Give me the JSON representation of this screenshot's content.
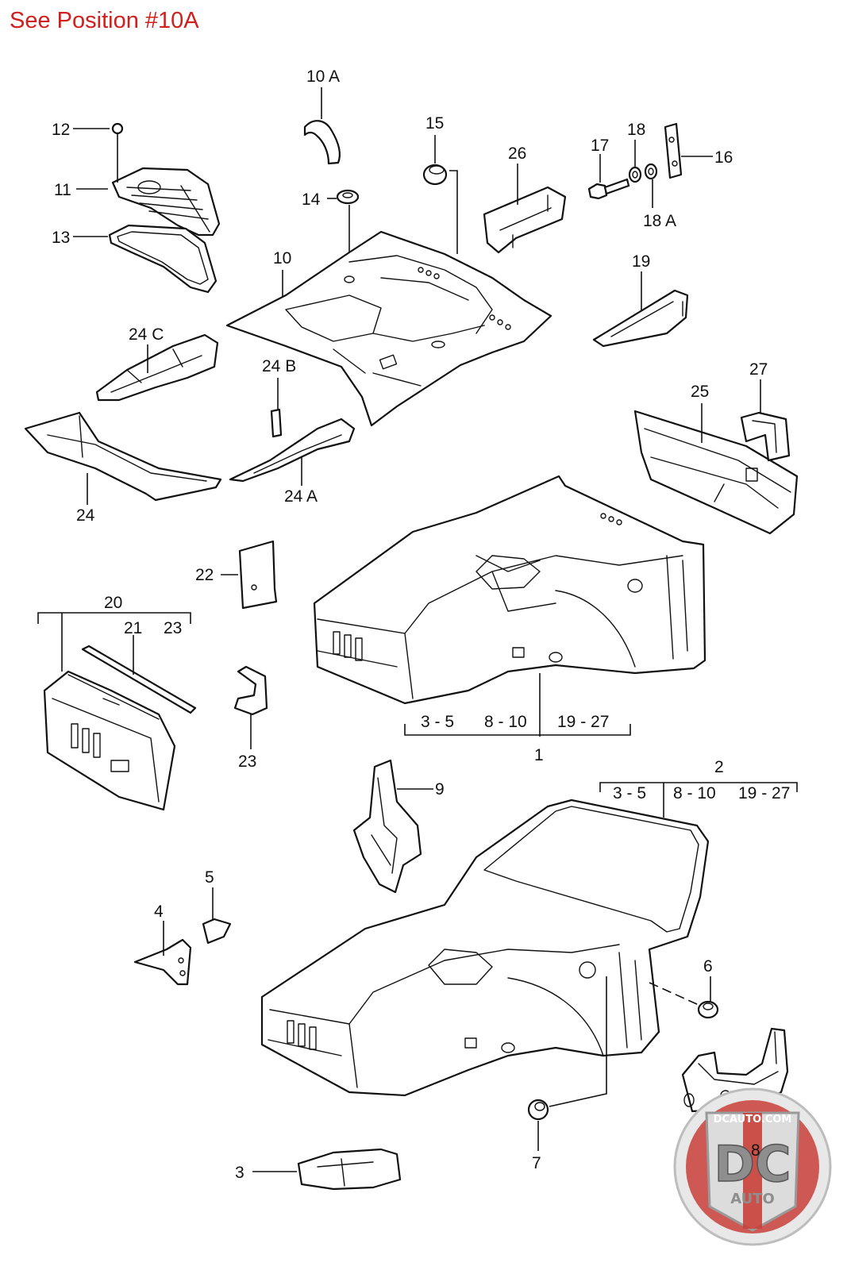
{
  "header": {
    "note": "See Position #10A"
  },
  "labels": {
    "p10A": "10 A",
    "p12": "12",
    "p11": "11",
    "p13": "13",
    "p14": "14",
    "p15": "15",
    "p26": "26",
    "p17": "17",
    "p18": "18",
    "p18A": "18 A",
    "p16": "16",
    "p10": "10",
    "p19": "19",
    "p24C": "24 C",
    "p24B": "24 B",
    "p24": "24",
    "p24A": "24 A",
    "p25": "25",
    "p27": "27",
    "p22": "22",
    "p20": "20",
    "p21": "21",
    "p23a": "23",
    "p23b": "23",
    "p1": "1",
    "p1_range1": "3 - 5",
    "p1_range2": "8 - 10",
    "p1_range3": "19 - 27",
    "p9": "9",
    "p2": "2",
    "p2_range1": "3 - 5",
    "p2_range2": "8 - 10",
    "p2_range3": "19 - 27",
    "p5": "5",
    "p4": "4",
    "p6": "6",
    "p7": "7",
    "p8": "8",
    "p3": "3"
  },
  "watermark": {
    "site": "DCAUTO.COM",
    "brand": "DC",
    "sub": "AUTO",
    "colors": {
      "ring": "#e8e8e8",
      "field": "#c9403a",
      "letters": "#8e8e8e"
    }
  }
}
